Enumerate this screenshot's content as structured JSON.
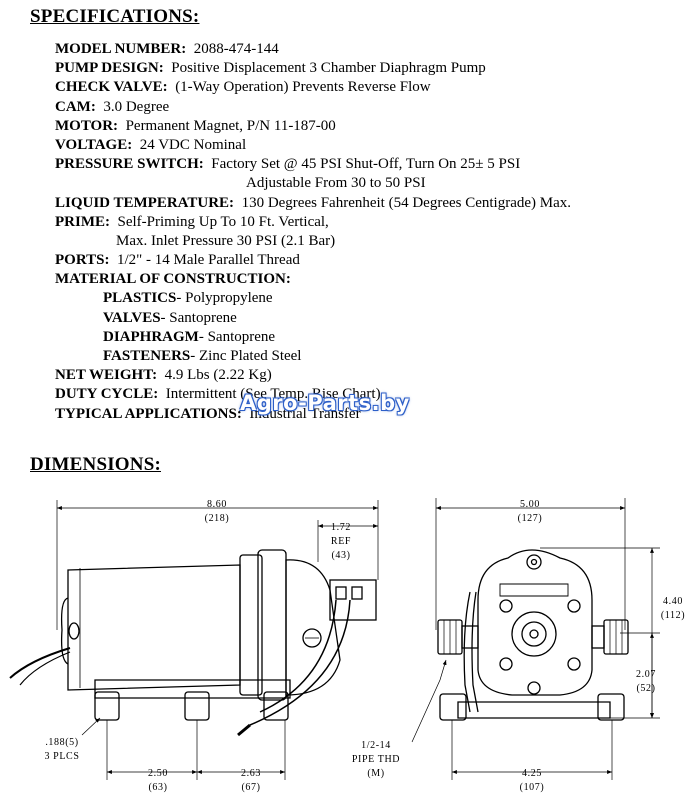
{
  "headings": {
    "specifications": "SPECIFICATIONS:",
    "dimensions": "DIMENSIONS:"
  },
  "specs": {
    "model": {
      "label": "MODEL NUMBER:",
      "value": "2088-474-144"
    },
    "pump_design": {
      "label": "PUMP DESIGN:",
      "value": "Positive Displacement 3 Chamber Diaphragm Pump"
    },
    "check_valve": {
      "label": "CHECK VALVE:",
      "value": "(1-Way Operation) Prevents Reverse Flow"
    },
    "cam": {
      "label": "CAM:",
      "value": "3.0 Degree"
    },
    "motor": {
      "label": "MOTOR:",
      "value": "Permanent Magnet, P/N 11-187-00"
    },
    "voltage": {
      "label": "VOLTAGE:",
      "value": "24 VDC Nominal"
    },
    "pressure_switch": {
      "label": "PRESSURE SWITCH:",
      "value": "Factory Set @ 45 PSI Shut-Off, Turn On 25± 5 PSI",
      "value2": "Adjustable From 30 to 50 PSI"
    },
    "liquid_temp": {
      "label": "LIQUID TEMPERATURE:",
      "value": "130 Degrees Fahrenheit (54 Degrees Centigrade) Max."
    },
    "prime": {
      "label": "PRIME:",
      "value": "Self-Priming Up To 10 Ft. Vertical,",
      "value2": "Max. Inlet Pressure 30 PSI (2.1 Bar)"
    },
    "ports": {
      "label": "PORTS:",
      "value": "1/2\" - 14 Male Parallel Thread"
    },
    "material": {
      "label": "MATERIAL OF CONSTRUCTION:"
    },
    "plastics": {
      "label": "PLASTICS",
      "value": "- Polypropylene"
    },
    "valves": {
      "label": "VALVES",
      "value": "- Santoprene"
    },
    "diaphragm": {
      "label": "DIAPHRAGM",
      "value": "- Santoprene"
    },
    "fasteners": {
      "label": "FASTENERS",
      "value": "- Zinc Plated Steel"
    },
    "net_weight": {
      "label": "NET WEIGHT:",
      "value": "4.9 Lbs (2.22 Kg)"
    },
    "duty_cycle": {
      "label": "DUTY CYCLE:",
      "value": "Intermittent (See Temp. Rise Chart)"
    },
    "applications": {
      "label": "TYPICAL APPLICATIONS:",
      "value": "Industrial Transfer"
    }
  },
  "watermark": "Agro-Parts.by",
  "dimensions": {
    "overall_length": "8.60",
    "overall_length_mm": "(218)",
    "ref_value": "1.72",
    "ref_label": "REF",
    "ref_mm": "(43)",
    "hole_dia": ".188(5)",
    "hole_count": "3 PLCS",
    "base_left": "2.50",
    "base_left_mm": "(63)",
    "base_right": "2.63",
    "base_right_mm": "(67)",
    "width": "5.00",
    "width_mm": "(127)",
    "height": "4.40",
    "height_mm": "(112)",
    "port_height": "2.07",
    "port_height_mm": "(52)",
    "thread": "1/2-14",
    "thread_type": "PIPE THD",
    "thread_note": "(M)",
    "base_width": "4.25",
    "base_width_mm": "(107)"
  }
}
